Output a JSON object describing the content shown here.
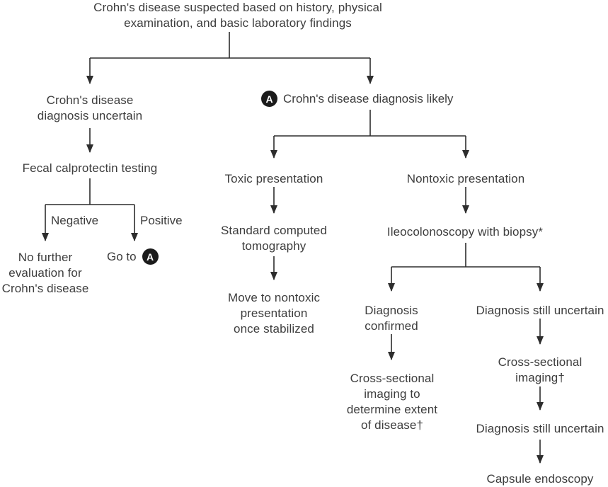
{
  "colors": {
    "background": "#ffffff",
    "text": "#3d3d3d",
    "line": "#2d2d2d",
    "badge_background": "#1b1b1b",
    "badge_text": "#ffffff"
  },
  "flowchart": {
    "root": {
      "text": "Crohn's disease suspected based on history, physical\nexamination, and basic laboratory findings"
    },
    "uncertain_branch": {
      "uncertain": "Crohn's disease\ndiagnosis uncertain",
      "fecal_testing": "Fecal calprotectin testing",
      "negative_label": "Negative",
      "positive_label": "Positive",
      "no_further_evaluation": "No further\nevaluation for\nCrohn's disease",
      "go_to": "Go to",
      "go_to_badge": "A"
    },
    "likely_branch": {
      "badge": "A",
      "likely": "Crohn's disease diagnosis likely",
      "toxic": {
        "presentation": "Toxic presentation",
        "standard_ct": "Standard computed\ntomography",
        "move_to_nontoxic": "Move to nontoxic\npresentation\nonce stabilized"
      },
      "nontoxic": {
        "presentation": "Nontoxic presentation",
        "ileocolonoscopy": "Ileocolonoscopy with biopsy*",
        "confirmed_path": {
          "diagnosis_confirmed": "Diagnosis\nconfirmed",
          "cross_sectional_imaging_extent": "Cross-sectional\nimaging to\ndetermine extent\nof disease†"
        },
        "uncertain_path": {
          "diagnosis_still_uncertain": "Diagnosis still uncertain",
          "cross_sectional_imaging": "Cross-sectional\nimaging†",
          "diagnosis_still_uncertain_2": "Diagnosis still uncertain",
          "capsule_endoscopy": "Capsule endoscopy"
        }
      }
    }
  }
}
